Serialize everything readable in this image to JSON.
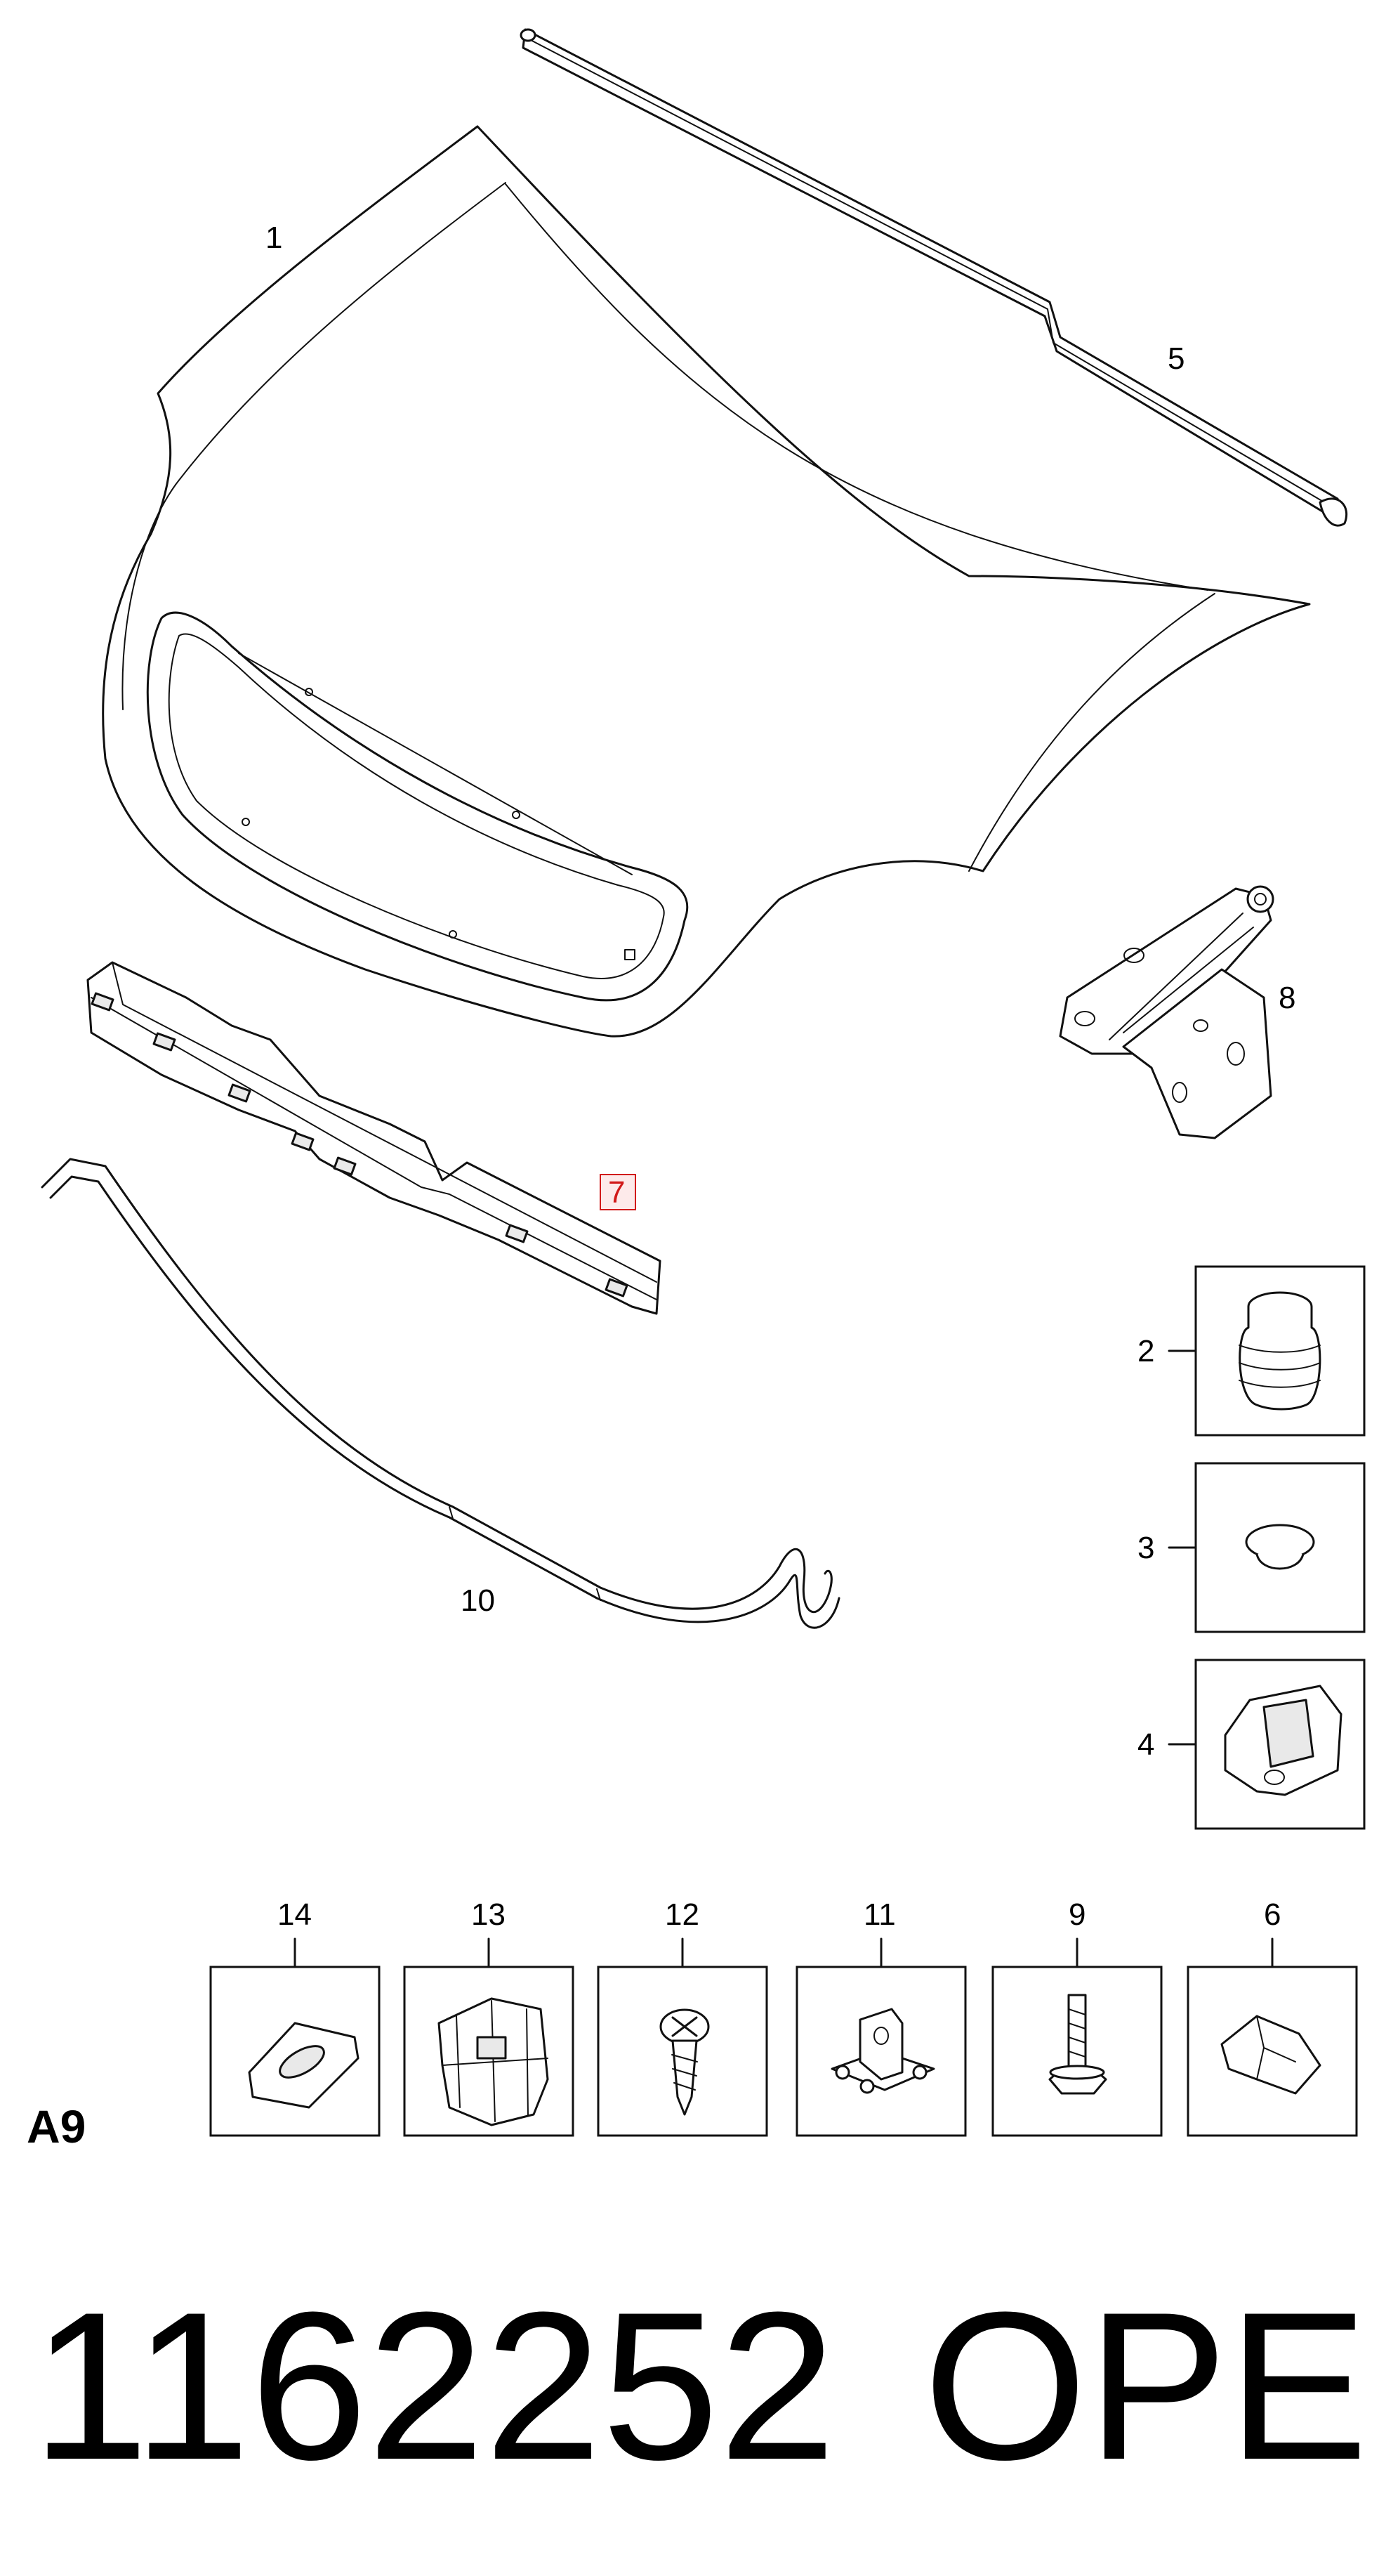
{
  "diagram": {
    "section_code": "A9",
    "part_number": "1162252",
    "brand": "OPEL",
    "highlighted_callout": "7",
    "callouts": {
      "hood": "1",
      "bumper_stop": "2",
      "plug": "3",
      "retainer": "4",
      "weatherstrip": "5",
      "clip_6": "6",
      "support_rail": "7",
      "hinge": "8",
      "bolt": "9",
      "release_cable": "10",
      "bracket_11": "11",
      "screw": "12",
      "clip_13": "13",
      "clip_14": "14"
    },
    "colors": {
      "highlight": "#d11a1a",
      "line": "#111111"
    }
  }
}
